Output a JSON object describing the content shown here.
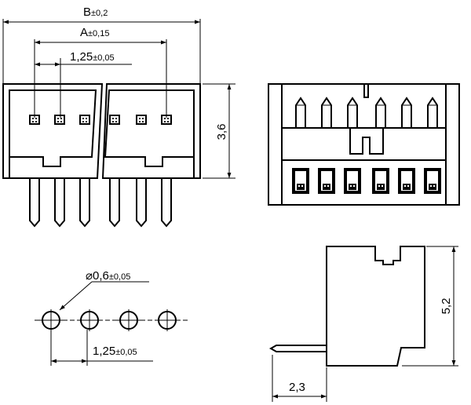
{
  "dimensions": {
    "b": {
      "main": "B",
      "tol": "±0,2"
    },
    "a": {
      "main": "A",
      "tol": "±0,15"
    },
    "pitch_top": {
      "main": "1,25",
      "tol": "±0,05"
    },
    "height_front": {
      "main": "3,6"
    },
    "hole_dia": {
      "main": "⌀0,6",
      "tol": "±0,05"
    },
    "pitch_bottom": {
      "main": "1,25",
      "tol": "±0,05"
    },
    "height_side": {
      "main": "5,2"
    },
    "pin_length": {
      "main": "2,3"
    }
  },
  "front_view": {
    "pin_count": 6
  },
  "top_view": {
    "pin_count": 6
  },
  "hole_pattern": {
    "hole_count": 4
  }
}
